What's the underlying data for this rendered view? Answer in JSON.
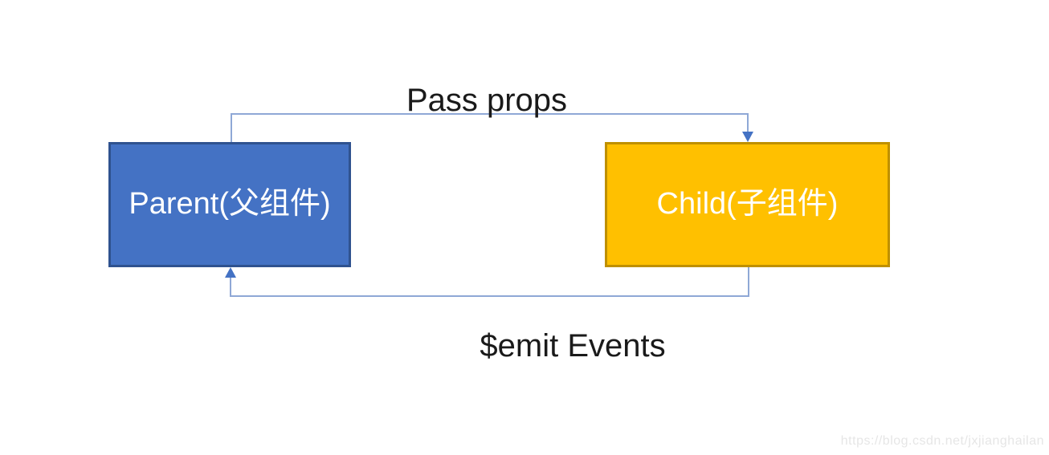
{
  "diagram": {
    "nodes": [
      {
        "id": "parent",
        "label": "Parent(父组件)",
        "fill": "#4472C4",
        "border_color": "#2F528F",
        "text_color": "#FFFFFF"
      },
      {
        "id": "child",
        "label": "Child(子组件)",
        "fill": "#FFC000",
        "border_color": "#BF9000",
        "text_color": "#FFFFFF"
      }
    ],
    "edges": [
      {
        "id": "pass-props",
        "label": "Pass props",
        "from": "parent",
        "to": "child",
        "line_color": "#8FA8D6",
        "arrow_color": "#4472C4"
      },
      {
        "id": "emit-events",
        "label": "$emit Events",
        "from": "child",
        "to": "parent",
        "line_color": "#8FA8D6",
        "arrow_color": "#4472C4"
      }
    ]
  },
  "watermark": {
    "text": "https://blog.csdn.net/jxjianghailan",
    "color": "#E6E6E6"
  }
}
